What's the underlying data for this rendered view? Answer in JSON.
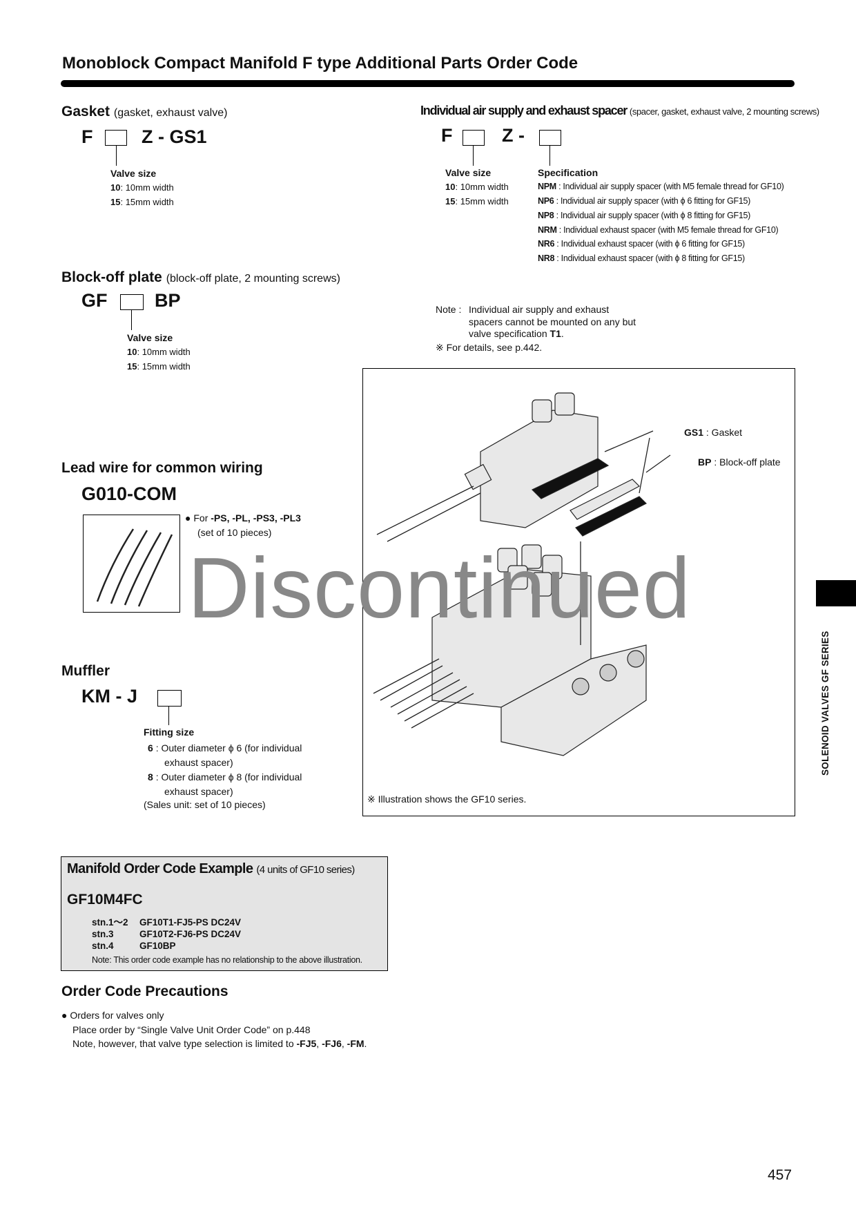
{
  "title": "Monoblock Compact Manifold F type Additional Parts Order Code",
  "gasket": {
    "heading": "Gasket",
    "sub": "(gasket, exhaust valve)",
    "code_prefix": "F",
    "code_suffix": "Z - GS1",
    "valve_size_label": "Valve size",
    "sizes": [
      {
        "k": "10",
        "v": ": 10mm width"
      },
      {
        "k": "15",
        "v": ": 15mm width"
      }
    ]
  },
  "spacer": {
    "heading": "Individual air supply and exhaust spacer",
    "sub": "(spacer, gasket, exhaust valve, 2 mounting screws)",
    "code_prefix": "F",
    "code_mid": "Z -",
    "valve_size_label": "Valve size",
    "sizes": [
      {
        "k": "10",
        "v": ": 10mm width"
      },
      {
        "k": "15",
        "v": ": 15mm width"
      }
    ],
    "spec_label": "Specification",
    "specs": [
      {
        "k": "NPM",
        "v": ": Individual air supply spacer (with M5 female thread for GF10)"
      },
      {
        "k": "NP6",
        "v": ": Individual air supply spacer (with ϕ 6 fitting for GF15)"
      },
      {
        "k": "NP8",
        "v": ": Individual air supply spacer (with ϕ 8 fitting for GF15)"
      },
      {
        "k": "NRM",
        "v": ": Individual exhaust spacer (with M5 female thread for GF10)"
      },
      {
        "k": "NR6",
        "v": ": Individual exhaust spacer (with ϕ 6 fitting for GF15)"
      },
      {
        "k": "NR8",
        "v": ": Individual exhaust spacer (with ϕ 8 fitting for GF15)"
      }
    ],
    "note_label": "Note :",
    "note_lines": [
      "Individual air supply and exhaust",
      "spacers cannot be mounted on any but",
      "valve specification "
    ],
    "note_bold": "T1",
    "note_end": ".",
    "details": "※ For details, see p.442."
  },
  "blockoff": {
    "heading": "Block-off plate",
    "sub": "(block-off plate, 2 mounting screws)",
    "code_prefix": "GF",
    "code_suffix": "BP",
    "valve_size_label": "Valve size",
    "sizes": [
      {
        "k": "10",
        "v": ": 10mm width"
      },
      {
        "k": "15",
        "v": ": 15mm width"
      }
    ]
  },
  "leadwire": {
    "heading": "Lead wire for common wiring",
    "code": "G010-COM",
    "for_prefix": "For ",
    "for_codes": "-PS, -PL, -PS3, -PL3",
    "set": "(set of 10 pieces)"
  },
  "muffler": {
    "heading": "Muffler",
    "code": "KM - J",
    "fitting_label": "Fitting size",
    "items": [
      {
        "k": "6",
        "v": ": Outer diameter ϕ 6 (for individual",
        "v2": "exhaust spacer)"
      },
      {
        "k": "8",
        "v": ": Outer diameter ϕ 8 (for individual",
        "v2": "exhaust spacer)"
      }
    ],
    "sales_unit": "(Sales unit: set of 10 pieces)"
  },
  "illustration": {
    "gs1_code": "GS1",
    "gs1_label": ": Gasket",
    "bp_code": "BP",
    "bp_label": ": Block-off plate",
    "caption": "※ Illustration shows the GF10 series."
  },
  "watermark": "Discontinued",
  "example": {
    "heading": "Manifold Order Code Example",
    "sub": "(4 units of GF10 series)",
    "code": "GF10M4FC",
    "rows": [
      {
        "stn": "stn.1～2",
        "code": "GF10T1-FJ5-PS DC24V"
      },
      {
        "stn": "stn.3",
        "code": "GF10T2-FJ6-PS DC24V"
      },
      {
        "stn": "stn.4",
        "code": "GF10BP"
      }
    ],
    "note": "Note: This order code example has no relationship to the above illustration."
  },
  "precautions": {
    "heading": "Order Code Precautions",
    "bullet": "Orders for valves only",
    "line2": "Place order by “Single Valve Unit Order Code” on p.448",
    "line3": "Note, however, that valve type selection is limited to ",
    "codes": [
      "-FJ5",
      "-FJ6",
      "-FM"
    ]
  },
  "side_tab": "SOLENOID VALVES GF SERIES",
  "page_number": "457"
}
